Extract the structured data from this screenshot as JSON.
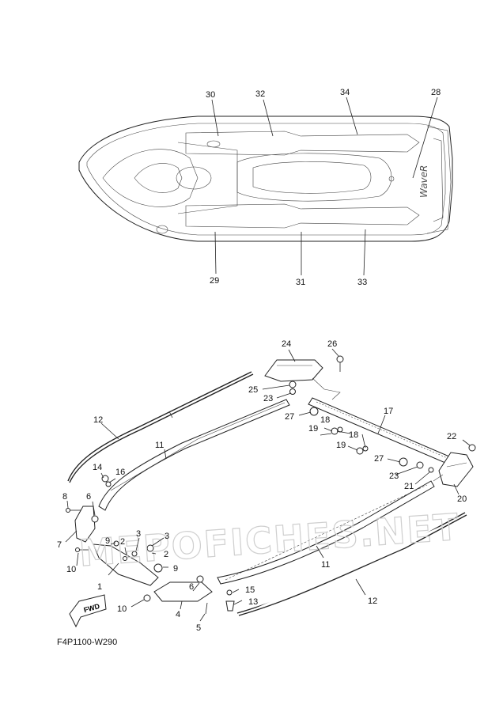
{
  "diagram": {
    "code": "F4P1100-W290",
    "watermark": "MEPOFICHES.NET",
    "fwd_label": "FWD"
  },
  "callouts": {
    "c1": "1",
    "c2a": "2",
    "c2b": "2",
    "c3a": "3",
    "c3b": "3",
    "c4": "4",
    "c5": "5",
    "c6a": "6",
    "c6b": "6",
    "c7": "7",
    "c8": "8",
    "c9a": "9",
    "c9b": "9",
    "c10a": "10",
    "c10b": "10",
    "c11a": "11",
    "c11b": "11",
    "c12a": "12",
    "c12b": "12",
    "c13": "13",
    "c14": "14",
    "c15": "15",
    "c16": "16",
    "c17": "17",
    "c18a": "18",
    "c18b": "18",
    "c19a": "19",
    "c19b": "19",
    "c20": "20",
    "c21": "21",
    "c22": "22",
    "c23a": "23",
    "c23b": "23",
    "c24": "24",
    "c25": "25",
    "c26": "26",
    "c27a": "27",
    "c27b": "27",
    "c28": "28",
    "c29": "29",
    "c30": "30",
    "c31": "31",
    "c32": "32",
    "c33": "33",
    "c34": "34"
  }
}
